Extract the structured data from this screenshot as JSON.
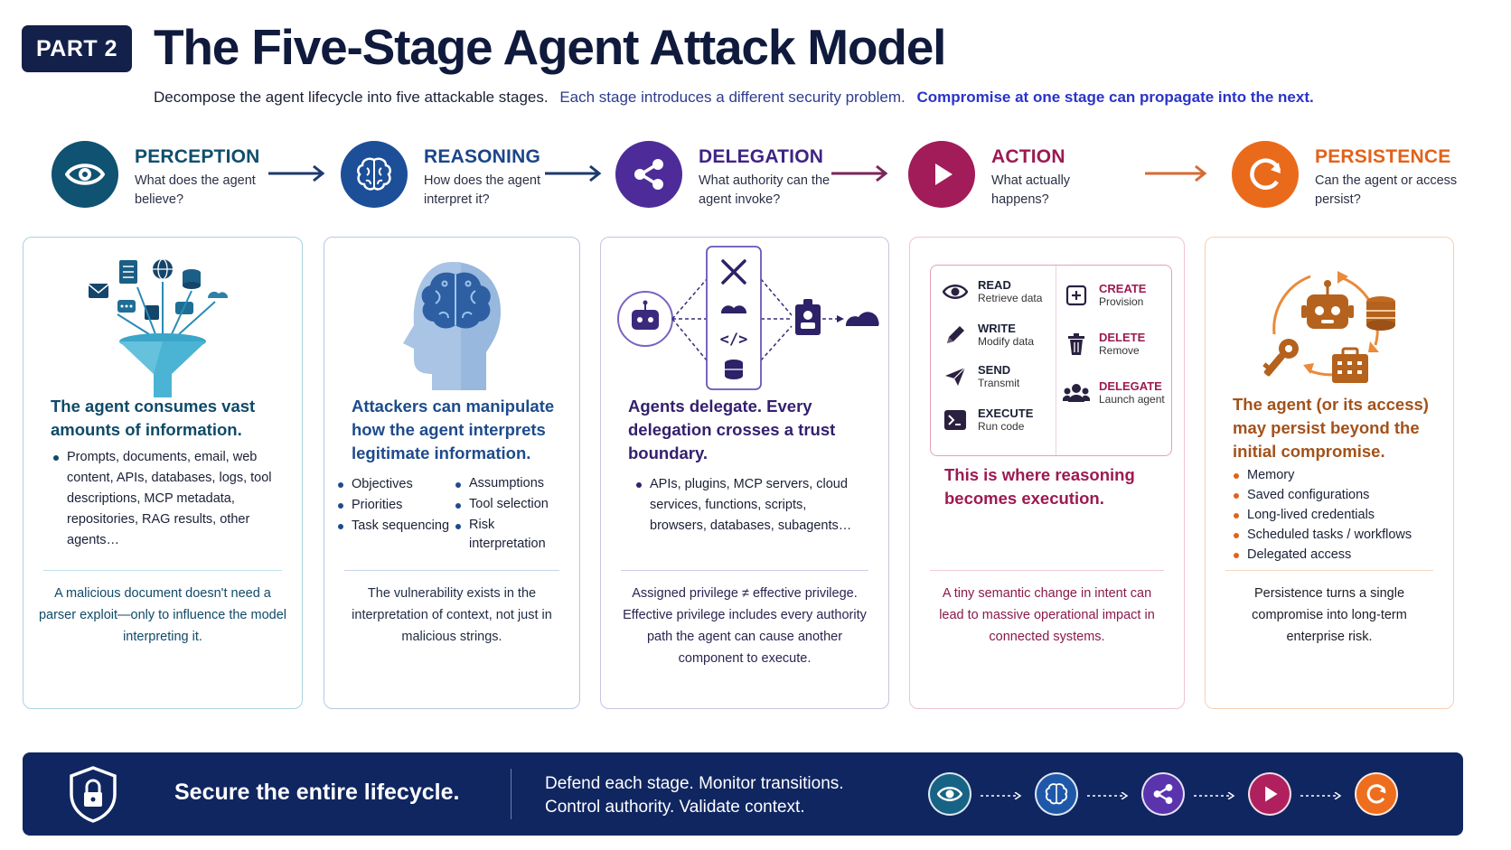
{
  "header": {
    "badge": "PART 2",
    "title": "The Five-Stage Agent Attack Model",
    "subtitle_1": "Decompose the agent lifecycle into five attackable stages.",
    "subtitle_2": "Each stage introduces a different security problem.",
    "subtitle_3": "Compromise at one stage can propagate into the next."
  },
  "stages": [
    {
      "name": "PERCEPTION",
      "question": "What does the agent believe?",
      "icon": "eye-icon",
      "color": "#0f5272"
    },
    {
      "name": "REASONING",
      "question": "How does the agent interpret it?",
      "icon": "brain-icon",
      "color": "#1c4f98"
    },
    {
      "name": "DELEGATION",
      "question": "What authority can the agent invoke?",
      "icon": "share-icon",
      "color": "#4d2c99"
    },
    {
      "name": "ACTION",
      "question": "What actually happens?",
      "icon": "play-icon",
      "color": "#a11c58"
    },
    {
      "name": "PERSISTENCE",
      "question": "Can the agent or access persist?",
      "icon": "refresh-icon",
      "color": "#ea6a1c"
    }
  ],
  "cards": {
    "perception": {
      "heading": "The agent consumes vast amounts of information.",
      "bullet": "Prompts, documents, email, web content, APIs, databases, logs, tool descriptions, MCP metadata, repositories, RAG results, other agents…",
      "footer": "A malicious document doesn't need a parser exploit—only to influence the model interpreting it."
    },
    "reasoning": {
      "heading": "Attackers can manipulate how the agent interprets legitimate information.",
      "bullets_left": [
        "Objectives",
        "Priorities",
        "Task sequencing"
      ],
      "bullets_right": [
        "Assumptions",
        "Tool selection",
        "Risk interpretation"
      ],
      "footer": "The vulnerability exists in the interpretation of context, not just in malicious strings."
    },
    "delegation": {
      "heading": "Agents delegate. Every delegation crosses a trust boundary.",
      "bullet": "APIs, plugins, MCP servers, cloud services, functions, scripts, browsers, databases, subagents…",
      "footer": "Assigned privilege ≠ effective privilege. Effective privilege includes every authority path the agent can cause another component to execute."
    },
    "action": {
      "left": [
        {
          "k": "READ",
          "d": "Retrieve data",
          "icon": "eye-icon"
        },
        {
          "k": "WRITE",
          "d": "Modify data",
          "icon": "pencil-icon"
        },
        {
          "k": "SEND",
          "d": "Transmit",
          "icon": "send-icon"
        },
        {
          "k": "EXECUTE",
          "d": "Run code",
          "icon": "terminal-icon"
        }
      ],
      "right": [
        {
          "k": "CREATE",
          "d": "Provision",
          "icon": "plus-square-icon"
        },
        {
          "k": "DELETE",
          "d": "Remove",
          "icon": "trash-icon"
        },
        {
          "k": "DELEGATE",
          "d": "Launch agent",
          "icon": "users-icon"
        }
      ],
      "heading": "This is where reasoning becomes execution.",
      "footer": "A tiny semantic change in intent can lead to massive operational impact in connected systems."
    },
    "persistence": {
      "heading": "The agent (or its access) may persist beyond the initial compromise.",
      "bullets": [
        "Memory",
        "Saved configurations",
        "Long-lived credentials",
        "Scheduled tasks / workflows",
        "Delegated access"
      ],
      "footer": "Persistence turns a single compromise into long-term enterprise risk."
    }
  },
  "banner": {
    "title": "Secure the entire lifecycle.",
    "line_1": "Defend each stage. Monitor transitions.",
    "line_2": "Control authority. Validate context.",
    "icon": "shield-lock-icon"
  }
}
